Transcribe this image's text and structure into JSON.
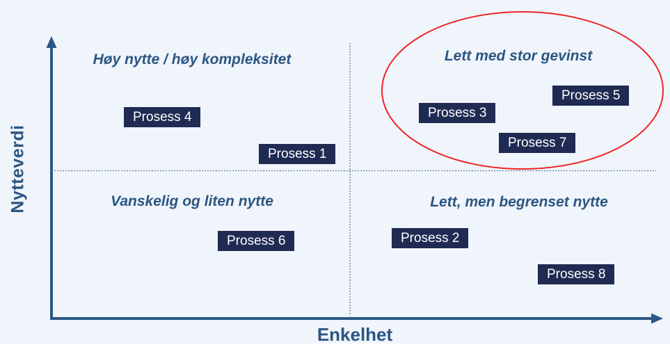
{
  "axes": {
    "y_label": "Nytteverdi",
    "x_label": "Enkelhet"
  },
  "quadrants": {
    "top_left": {
      "label": "Høy nytte / høy kompleksitet"
    },
    "top_right": {
      "label": "Lett med stor gevinst",
      "highlighted": true
    },
    "bottom_left": {
      "label": "Vanskelig og liten nytte"
    },
    "bottom_right": {
      "label": "Lett, men begrenset nytte"
    }
  },
  "processes": [
    {
      "label": "Prosess 4",
      "quadrant": "top_left"
    },
    {
      "label": "Prosess 1",
      "quadrant": "top_left"
    },
    {
      "label": "Prosess 3",
      "quadrant": "top_right"
    },
    {
      "label": "Prosess 5",
      "quadrant": "top_right"
    },
    {
      "label": "Prosess 7",
      "quadrant": "top_right"
    },
    {
      "label": "Prosess 6",
      "quadrant": "bottom_left"
    },
    {
      "label": "Prosess 2",
      "quadrant": "bottom_right"
    },
    {
      "label": "Prosess 8",
      "quadrant": "bottom_right"
    }
  ],
  "highlight": {
    "shape": "ellipse",
    "around_quadrant": "top_right"
  },
  "colors": {
    "background": "#f0f4fb",
    "axis": "#2a5886",
    "divider": "#5b7ba3",
    "process_box": "#1f2b52",
    "process_text": "#ffffff",
    "heading_text": "#2b5682",
    "highlight_ellipse": "#ee2524"
  }
}
